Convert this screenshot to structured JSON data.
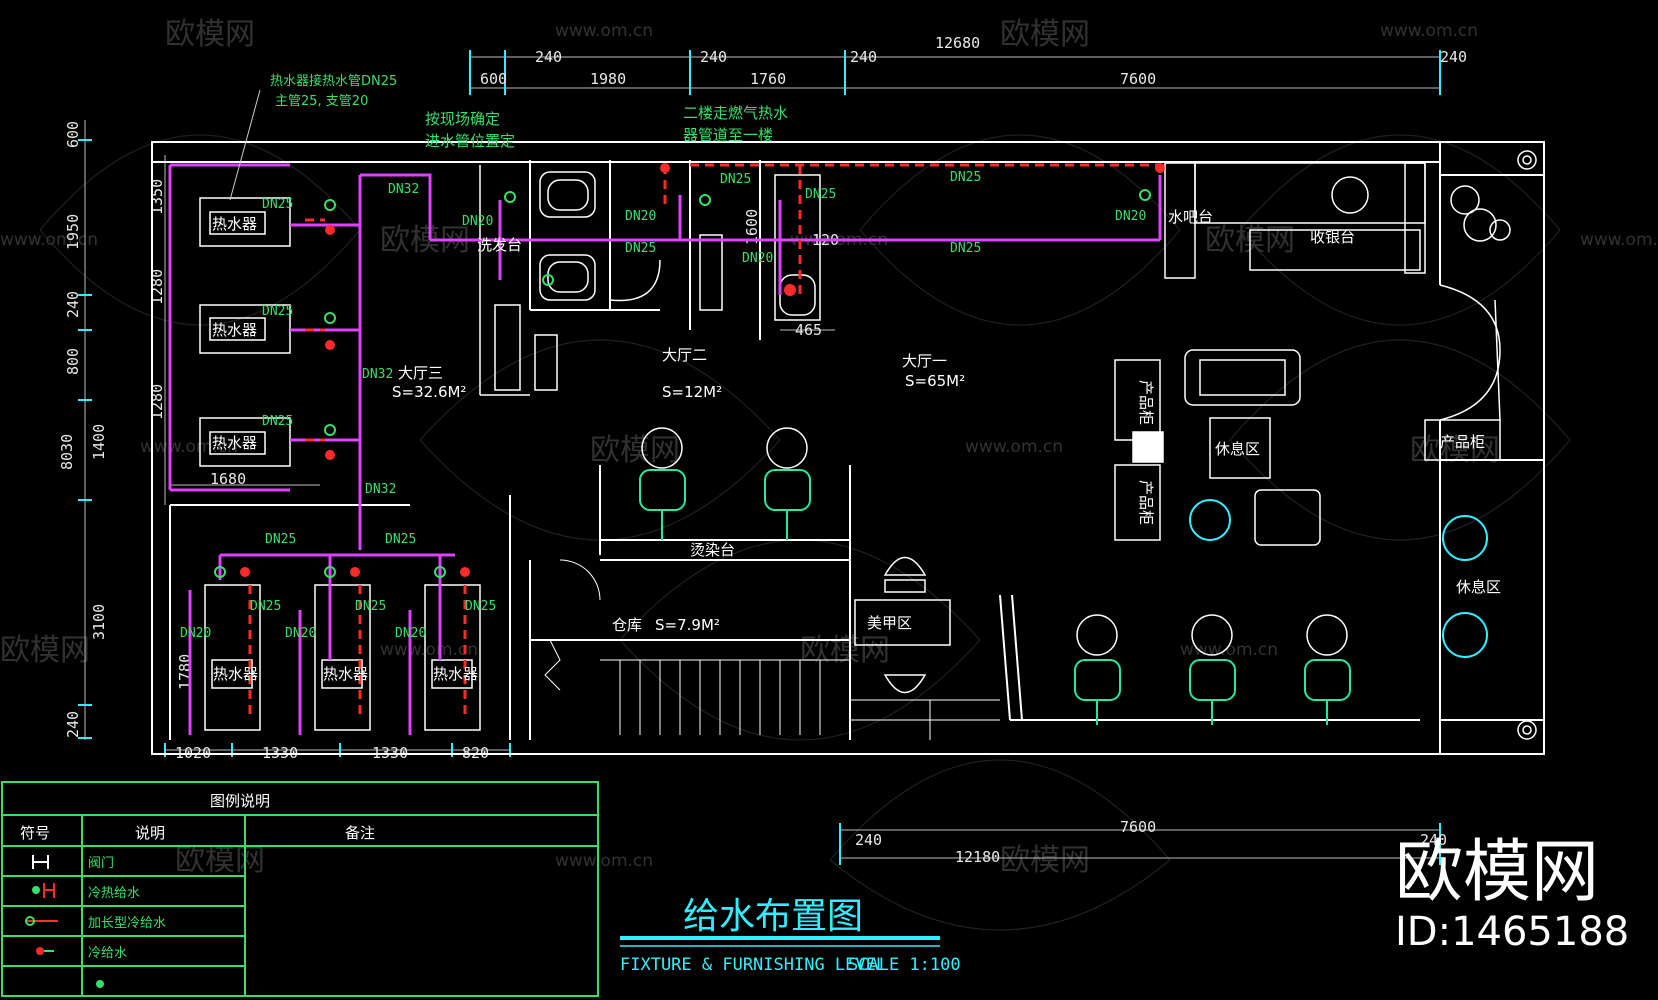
{
  "dimensions": {
    "top_row1": [
      "240",
      "240",
      "240",
      "12680",
      "240"
    ],
    "top_row2": [
      "600",
      "1980",
      "1760",
      "7600"
    ],
    "left": [
      "600",
      "1950",
      "240",
      "800",
      "1400",
      "8030",
      "3100",
      "240"
    ],
    "left_inner": [
      "1350",
      "1280",
      "1280"
    ],
    "bottom_left": [
      "1020",
      "1330",
      "1330",
      "820"
    ],
    "inner": [
      "1680",
      "1780",
      "1600",
      "120",
      "465"
    ],
    "bottom": [
      "7600",
      "240",
      "12180",
      "240"
    ]
  },
  "notes": {
    "heater_note_1": "热水器接热水管DN25",
    "heater_note_2": "主管25, 支管20",
    "site_note_1": "按现场确定",
    "site_note_2": "进水管位置定",
    "upstairs_note_1": "二楼走燃气热水",
    "upstairs_note_2": "器管道至一楼"
  },
  "pipe_labels": {
    "dn32_a": "DN32",
    "dn32_b": "DN32",
    "dn32_c": "DN32",
    "dn20": "DN20",
    "dn25": "DN25"
  },
  "rooms": {
    "hall3": "大厅三",
    "hall3_area": "S=32.6M²",
    "hall2": "大厅二",
    "hall2_area": "S=12M²",
    "hall1": "大厅一",
    "hall1_area": "S=65M²",
    "warehouse": "仓库",
    "warehouse_area": "S=7.9M²",
    "nail": "美甲区",
    "rest1": "休息区",
    "rest2": "休息区",
    "bar": "水吧台",
    "cashier": "收银台",
    "wash": "烫染台",
    "dye": "洗发台",
    "shelf1": "产品柜",
    "shelf2": "产品柜",
    "shelf3": "产品柜",
    "water_heater": "热水器"
  },
  "legend": {
    "title": "图例说明",
    "col_symbol": "符号",
    "col_desc": "说明",
    "col_note": "备注",
    "rows": [
      "阀门",
      "冷热给水",
      "加长型冷给水",
      "冷给水"
    ]
  },
  "title_block": {
    "title": "给水布置图",
    "subtitle": "FIXTURE & FURNISHING LEVEL",
    "scale": "SCALE 1:100"
  },
  "watermark": {
    "brand": "欧模网",
    "url": "www.om.cn",
    "corner_brand": "欧模网",
    "corner_id": "ID:1465188"
  },
  "colors": {
    "background": "#000000",
    "wall": "#ffffff",
    "hot_pipe": "#ff2a2a",
    "cold_pipe": "#e040ff",
    "dimension": "#2ff0ff",
    "annotation": "#35e06a",
    "legend_border": "#35e06a"
  }
}
